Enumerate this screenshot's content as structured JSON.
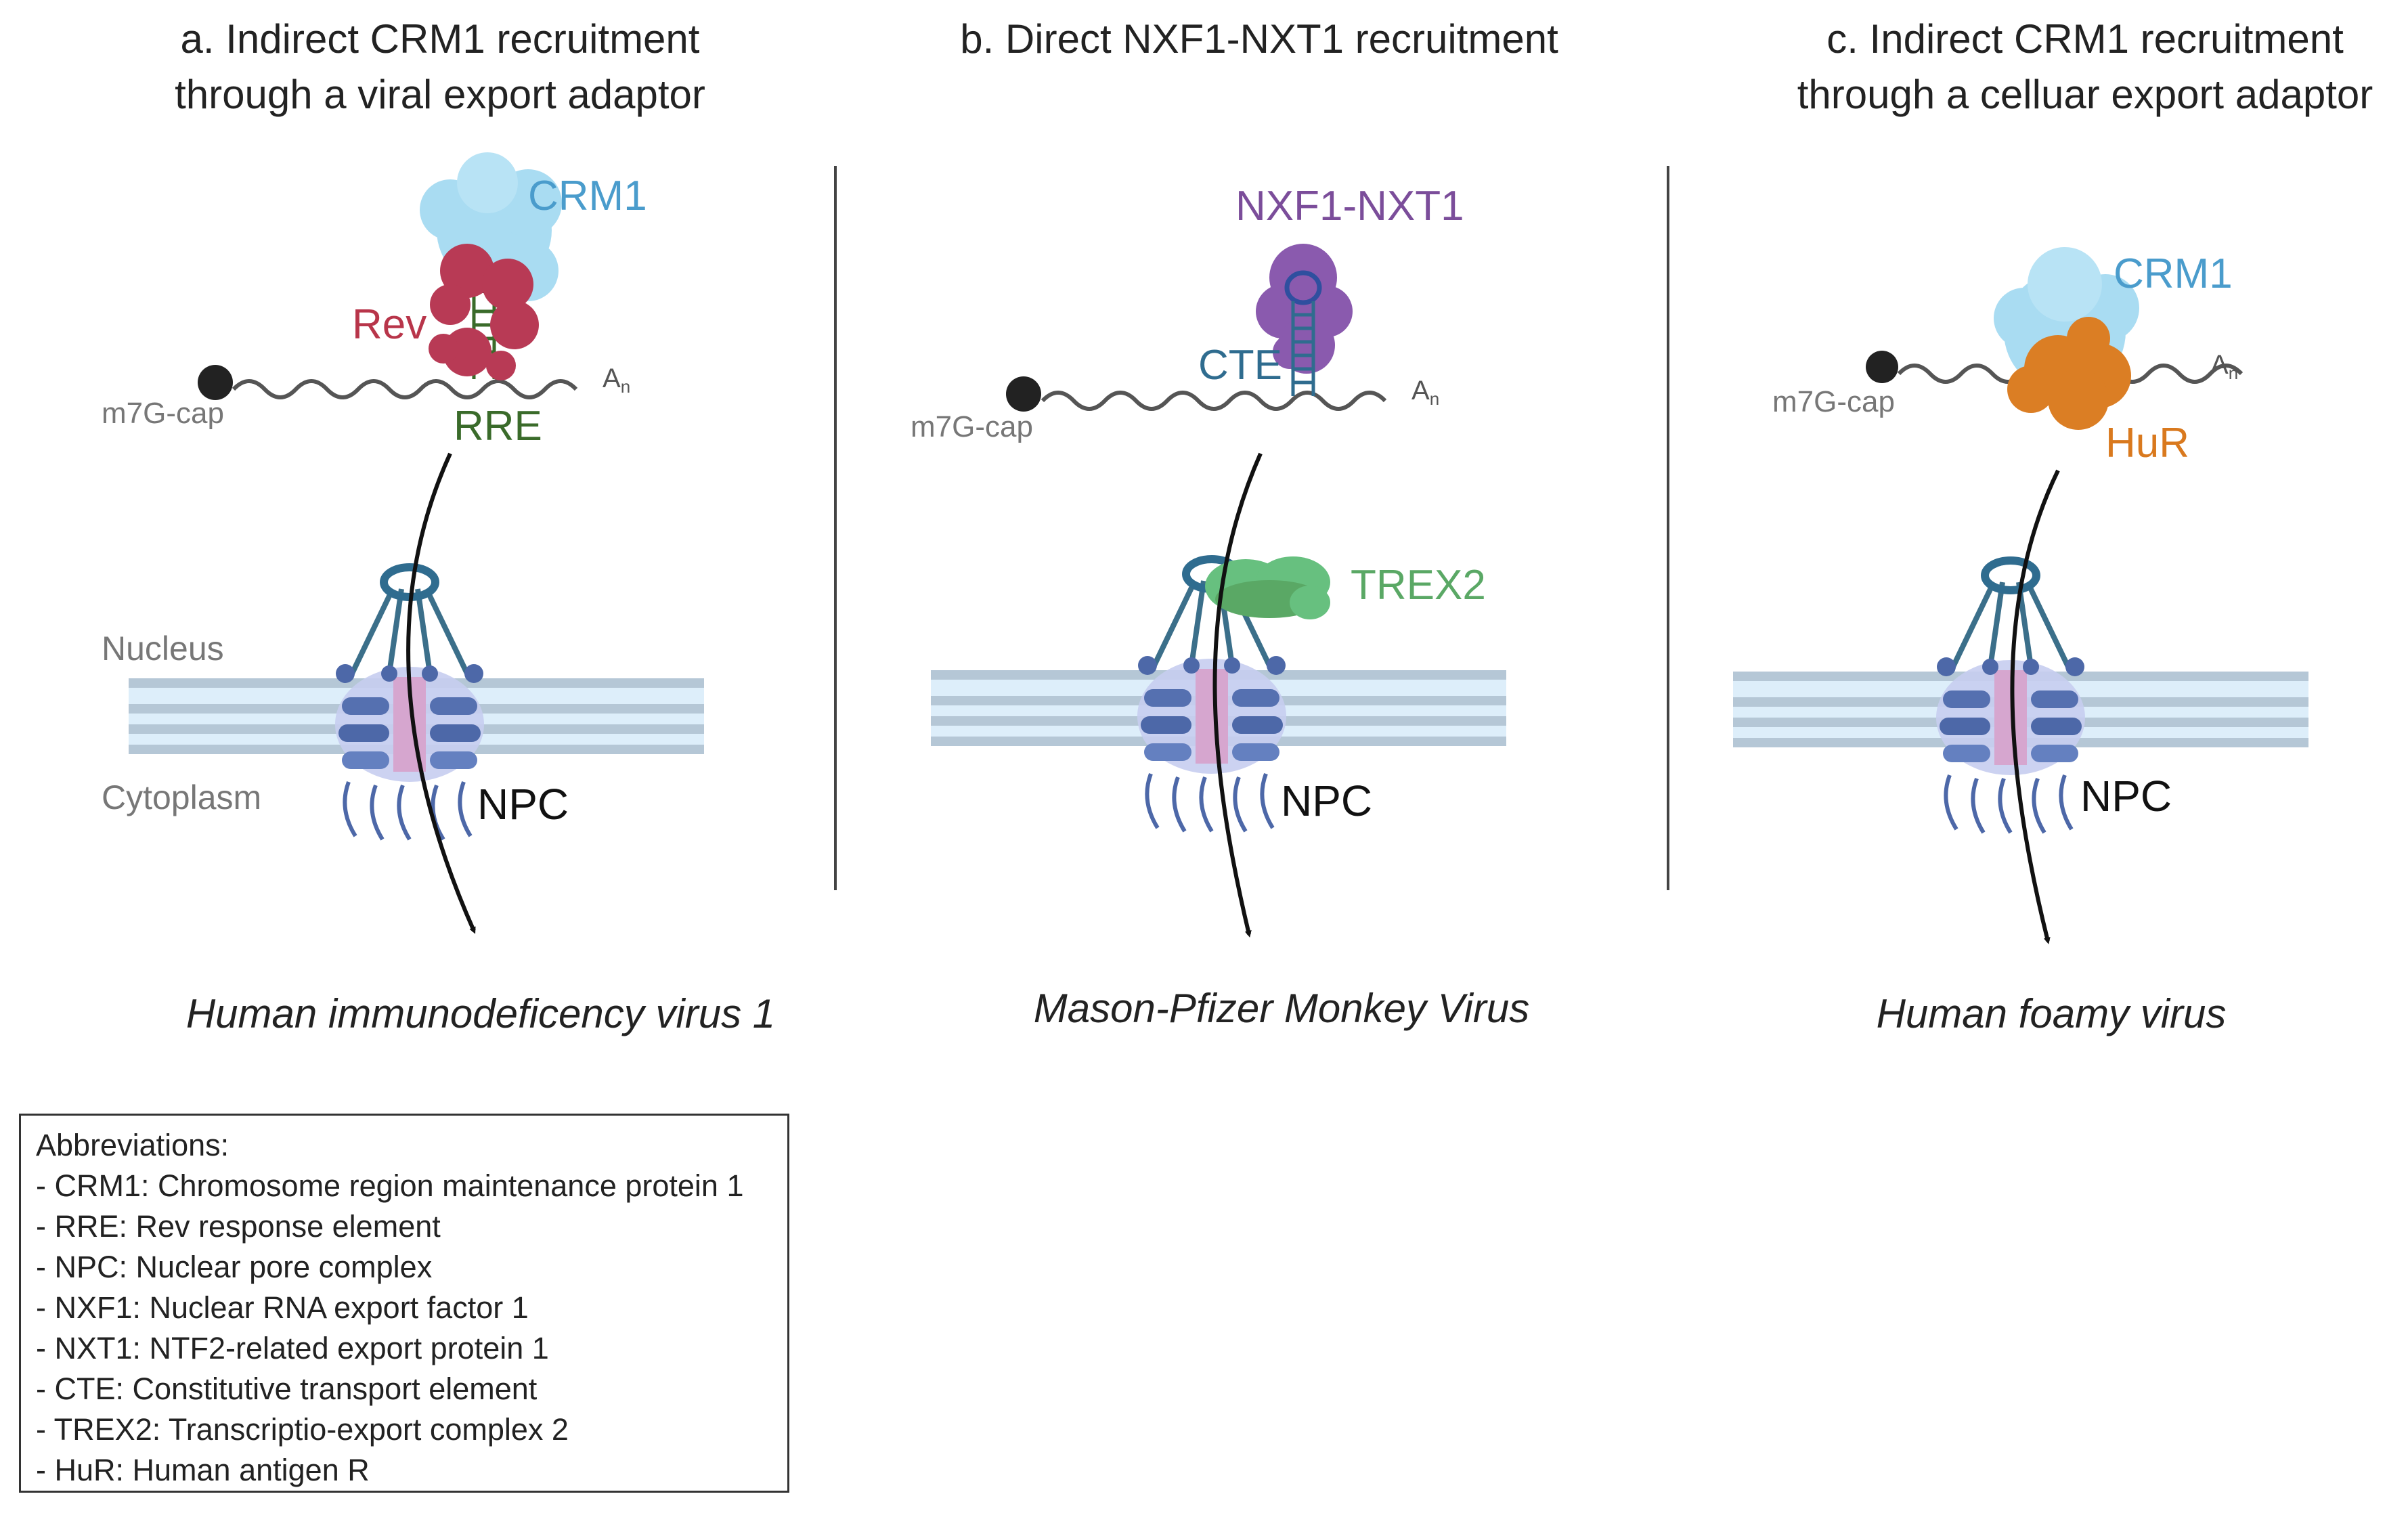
{
  "panels": [
    {
      "title_line1": "a. Indirect CRM1 recruitment",
      "title_line2": "through a viral export adaptor",
      "labels": {
        "exporter": "CRM1",
        "adaptor": "Rev",
        "element": "RRE",
        "cap": "m7G-cap",
        "polyA_base": "A",
        "polyA_sub": "n",
        "nucleus": "Nucleus",
        "cytoplasm": "Cytoplasm",
        "pore": "NPC"
      },
      "virus": "Human immunodeficency virus 1"
    },
    {
      "title_line1": "b. Direct NXF1-NXT1 recruitment",
      "labels": {
        "exporter": "NXF1-NXT1",
        "element": "CTE",
        "cap": "m7G-cap",
        "polyA_base": "A",
        "polyA_sub": "n",
        "complex": "TREX2",
        "pore": "NPC"
      },
      "virus": "Mason-Pfizer Monkey Virus"
    },
    {
      "title_line1": "c. Indirect CRM1 recruitment",
      "title_line2": "through a celluar export adaptor",
      "labels": {
        "exporter": "CRM1",
        "adaptor": "HuR",
        "cap": "m7G-cap",
        "polyA_base": "A",
        "polyA_sub": "n",
        "pore": "NPC"
      },
      "virus": "Human foamy virus"
    }
  ],
  "abbreviations": {
    "heading": "Abbreviations:",
    "items": [
      "- CRM1: Chromosome region maintenance protein 1",
      "- RRE: Rev response element",
      "- NPC: Nuclear pore complex",
      "- NXF1: Nuclear RNA export factor 1",
      "- NXT1: NTF2-related export protein 1",
      "- CTE: Constitutive transport element",
      "- TREX2: Transcriptio-export complex 2",
      "- HuR: Human antigen R"
    ]
  },
  "colors": {
    "crm1": "#5aaed8",
    "crm1_fill": "#a9dcf2",
    "rev": "#b8354a",
    "rev_fill": "#b83a55",
    "rre": "#3a6b2a",
    "nxf1": "#7b4d9a",
    "nxf1_fill": "#8a5aae",
    "cte": "#2f6c8f",
    "trex2": "#5aa865",
    "trex2_fill": "#67c07f",
    "hur": "#d9791e",
    "hur_fill": "#db7e24",
    "npc": "#5a79b8",
    "membrane": "#b5c7d6",
    "text_dark": "#222222",
    "text_gray": "#777777"
  }
}
